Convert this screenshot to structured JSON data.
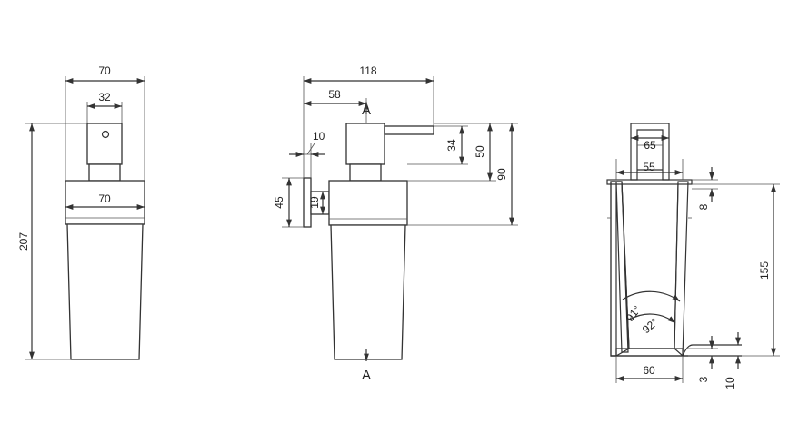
{
  "front_view": {
    "overall_width": "70",
    "pump_width": "32",
    "body_width": "70",
    "overall_height": "207"
  },
  "side_view": {
    "total_depth": "118",
    "axis_offset": "58",
    "plate_thickness": "10",
    "spout_drop": "34",
    "spout_height": "50",
    "top_height": "90",
    "plate_height": "45",
    "bracket_height": "19",
    "section_top": "A",
    "section_bottom": "A"
  },
  "section_view": {
    "pump_width": "65",
    "neck_width": "55",
    "rim_height": "8",
    "container_height": "155",
    "base_width": "60",
    "base_thickness": "3",
    "bottom_offset": "10",
    "angle_outer": "91°",
    "angle_inner": "92°"
  },
  "colors": {
    "line": "#333333",
    "text": "#222222"
  }
}
